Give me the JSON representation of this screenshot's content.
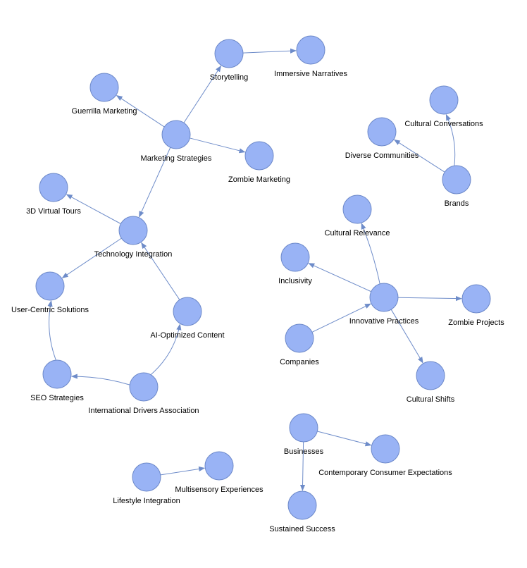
{
  "colors": {
    "node_fill": "#99b3f5",
    "node_stroke": "#6d89c9",
    "edge": "#6e8cc9",
    "label": "#000000",
    "background": "#ffffff"
  },
  "nodes": [
    {
      "id": "storytelling",
      "label": "Storytelling"
    },
    {
      "id": "immersive-narratives",
      "label": "Immersive Narratives"
    },
    {
      "id": "guerrilla-marketing",
      "label": "Guerrilla Marketing"
    },
    {
      "id": "marketing-strategies",
      "label": "Marketing Strategies"
    },
    {
      "id": "zombie-marketing",
      "label": "Zombie Marketing"
    },
    {
      "id": "3d-virtual-tours",
      "label": "3D Virtual Tours"
    },
    {
      "id": "technology-integration",
      "label": "Technology Integration"
    },
    {
      "id": "user-centric-solutions",
      "label": "User-Centric Solutions"
    },
    {
      "id": "ai-optimized-content",
      "label": "AI-Optimized Content"
    },
    {
      "id": "seo-strategies",
      "label": "SEO Strategies"
    },
    {
      "id": "international-drivers-association",
      "label": "International Drivers Association"
    },
    {
      "id": "cultural-conversations",
      "label": "Cultural Conversations"
    },
    {
      "id": "diverse-communities",
      "label": "Diverse Communities"
    },
    {
      "id": "brands",
      "label": "Brands"
    },
    {
      "id": "cultural-relevance",
      "label": "Cultural Relevance"
    },
    {
      "id": "inclusivity",
      "label": "Inclusivity"
    },
    {
      "id": "innovative-practices",
      "label": "Innovative Practices"
    },
    {
      "id": "zombie-projects",
      "label": "Zombie Projects"
    },
    {
      "id": "companies",
      "label": "Companies"
    },
    {
      "id": "cultural-shifts",
      "label": "Cultural Shifts"
    },
    {
      "id": "businesses",
      "label": "Businesses"
    },
    {
      "id": "contemporary-consumer-expectations",
      "label": "Contemporary Consumer Expectations"
    },
    {
      "id": "sustained-success",
      "label": "Sustained Success"
    },
    {
      "id": "lifestyle-integration",
      "label": "Lifestyle Integration"
    },
    {
      "id": "multisensory-experiences",
      "label": "Multisensory Experiences"
    }
  ],
  "edges": [
    {
      "from": "storytelling",
      "to": "immersive-narratives"
    },
    {
      "from": "marketing-strategies",
      "to": "storytelling"
    },
    {
      "from": "marketing-strategies",
      "to": "guerrilla-marketing"
    },
    {
      "from": "marketing-strategies",
      "to": "zombie-marketing"
    },
    {
      "from": "marketing-strategies",
      "to": "technology-integration"
    },
    {
      "from": "technology-integration",
      "to": "3d-virtual-tours"
    },
    {
      "from": "technology-integration",
      "to": "user-centric-solutions"
    },
    {
      "from": "ai-optimized-content",
      "to": "technology-integration"
    },
    {
      "from": "international-drivers-association",
      "to": "ai-optimized-content"
    },
    {
      "from": "international-drivers-association",
      "to": "seo-strategies"
    },
    {
      "from": "seo-strategies",
      "to": "user-centric-solutions"
    },
    {
      "from": "brands",
      "to": "cultural-conversations"
    },
    {
      "from": "brands",
      "to": "diverse-communities"
    },
    {
      "from": "innovative-practices",
      "to": "cultural-relevance"
    },
    {
      "from": "innovative-practices",
      "to": "inclusivity"
    },
    {
      "from": "innovative-practices",
      "to": "zombie-projects"
    },
    {
      "from": "innovative-practices",
      "to": "cultural-shifts"
    },
    {
      "from": "companies",
      "to": "innovative-practices"
    },
    {
      "from": "businesses",
      "to": "contemporary-consumer-expectations"
    },
    {
      "from": "businesses",
      "to": "sustained-success"
    },
    {
      "from": "lifestyle-integration",
      "to": "multisensory-experiences"
    }
  ]
}
